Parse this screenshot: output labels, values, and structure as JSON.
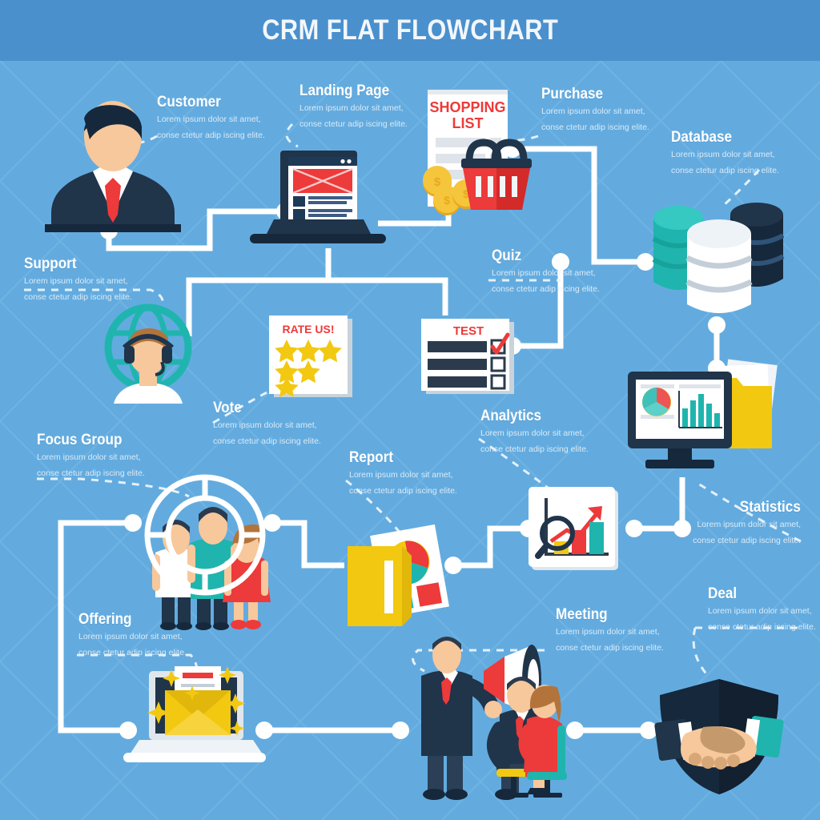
{
  "header": {
    "title": "CRM FLAT FLOWCHART"
  },
  "common": {
    "desc_line1": "Lorem ipsum dolor sit amet,",
    "desc_line2": "conse ctetur adip iscing elite."
  },
  "colors": {
    "header_band": "#4a90cd",
    "background": "#63abdf",
    "connector": "#ffffff",
    "red": "#ed3a3a",
    "navy": "#20344a",
    "dark_navy": "#16283c",
    "teal": "#1fb5ae",
    "yellow": "#f2c811",
    "gold": "#e8a81c",
    "skin": "#f7c89b",
    "white": "#ffffff"
  },
  "nodes": [
    {
      "id": "customer",
      "label": "Customer",
      "align": "left"
    },
    {
      "id": "landing",
      "label": "Landing Page",
      "align": "left"
    },
    {
      "id": "purchase",
      "label": "Purchase",
      "align": "left"
    },
    {
      "id": "database",
      "label": "Database",
      "align": "left"
    },
    {
      "id": "support",
      "label": "Support",
      "align": "left"
    },
    {
      "id": "quiz",
      "label": "Quiz",
      "align": "left"
    },
    {
      "id": "vote",
      "label": "Vote",
      "align": "left"
    },
    {
      "id": "focus_group",
      "label": "Focus Group",
      "align": "left"
    },
    {
      "id": "report",
      "label": "Report",
      "align": "left"
    },
    {
      "id": "analytics",
      "label": "Analytics",
      "align": "left"
    },
    {
      "id": "statistics",
      "label": "Statistics",
      "align": "right"
    },
    {
      "id": "offering",
      "label": "Offering",
      "align": "left"
    },
    {
      "id": "meeting",
      "label": "Meeting",
      "align": "left"
    },
    {
      "id": "deal",
      "label": "Deal",
      "align": "left"
    }
  ],
  "icon_text": {
    "shopping_list_line1": "SHOPPING",
    "shopping_list_line2": "LIST",
    "rate_us": "RATE US!",
    "test": "TEST",
    "coin_symbol": "$"
  },
  "icon_meta": {
    "rate_us_star_count": 6,
    "test_option_count": 3,
    "test_checked_index": 0,
    "database_cylinders": 3,
    "focus_group_people": 3,
    "meeting_people": 3
  }
}
